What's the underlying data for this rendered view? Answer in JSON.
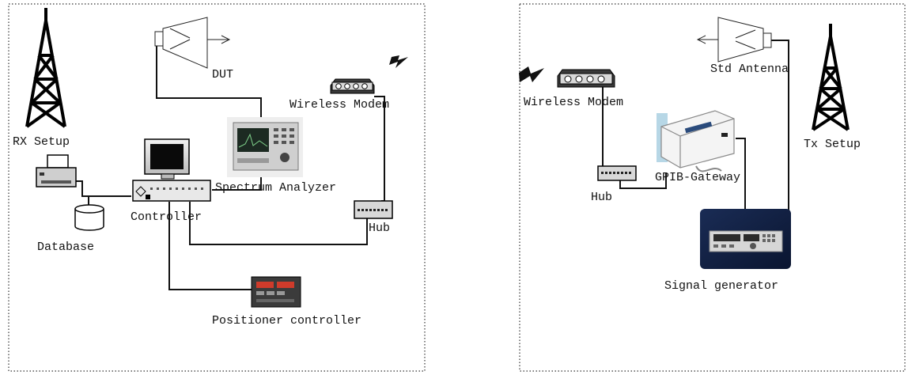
{
  "rx_panel": {
    "setup_label": "RX Setup",
    "dut_label": "DUT",
    "modem_label": "Wireless Modem",
    "analyzer_label": "Spectrum Analyzer",
    "controller_label": "Controller",
    "database_label": "Database",
    "hub_label": "Hub",
    "positioner_label": "Positioner controller"
  },
  "tx_panel": {
    "modem_label": "Wireless Modem",
    "antenna_label": "Std Antenna",
    "setup_label": "Tx Setup",
    "gateway_label": "GPIB-Gateway",
    "hub_label": "Hub",
    "generator_label": "Signal generator"
  }
}
